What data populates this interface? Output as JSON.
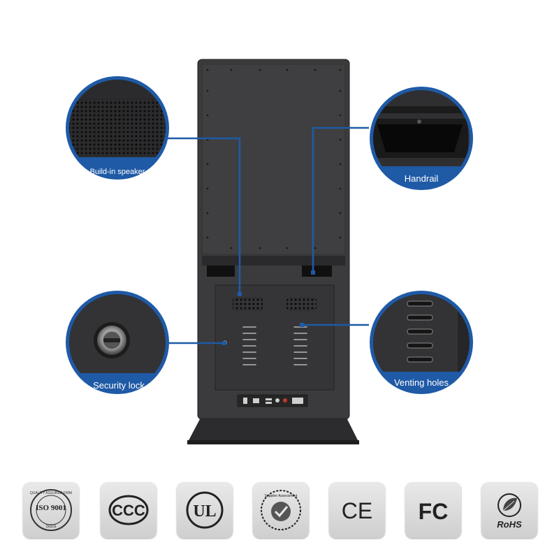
{
  "callouts": {
    "speaker": "Build-in speaker",
    "handrail": "Handrail",
    "lock": "Security lock",
    "vents": "Venting holes"
  },
  "certifications": [
    {
      "name": "iso-9001-icon",
      "text": "ISO 9001",
      "sub": "SGS",
      "ring": "QUALITY ASSURED FIRM"
    },
    {
      "name": "ccc-icon",
      "text": "CCC"
    },
    {
      "name": "ul-icon",
      "text": "UL"
    },
    {
      "name": "supplier-assessment-icon",
      "text": "Supplier Assessment"
    },
    {
      "name": "ce-icon",
      "text": "CE"
    },
    {
      "name": "fc-icon",
      "text": "FC"
    },
    {
      "name": "rohs-icon",
      "text": "RoHS"
    }
  ],
  "colors": {
    "accent": "#1f5aa6",
    "body": "#3a3a3c",
    "panel": "#2f2f31"
  }
}
